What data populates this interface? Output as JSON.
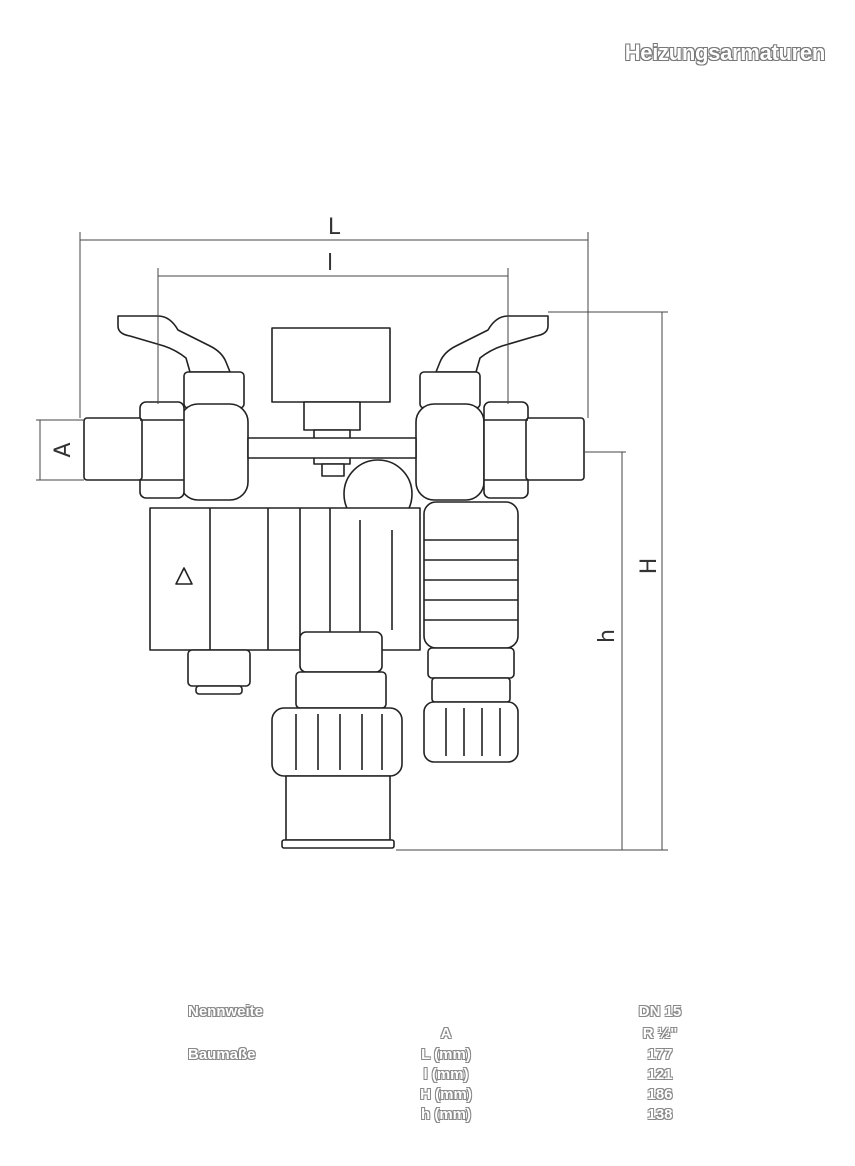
{
  "header": {
    "title": "Heizungsarmaturen"
  },
  "dimension_labels": {
    "L": "L",
    "l": "l",
    "A": "A",
    "H": "H",
    "h": "h"
  },
  "spec_table": {
    "nennweite_label": "Nennweite",
    "baumasse_label": "Baumaße",
    "nennweite_value": "DN 15",
    "rows": [
      {
        "name": "A",
        "value": "R ½\""
      },
      {
        "name": "L (mm)",
        "value": "177"
      },
      {
        "name": "l (mm)",
        "value": "121"
      },
      {
        "name": "H (mm)",
        "value": "186"
      },
      {
        "name": "h (mm)",
        "value": "138"
      }
    ]
  }
}
